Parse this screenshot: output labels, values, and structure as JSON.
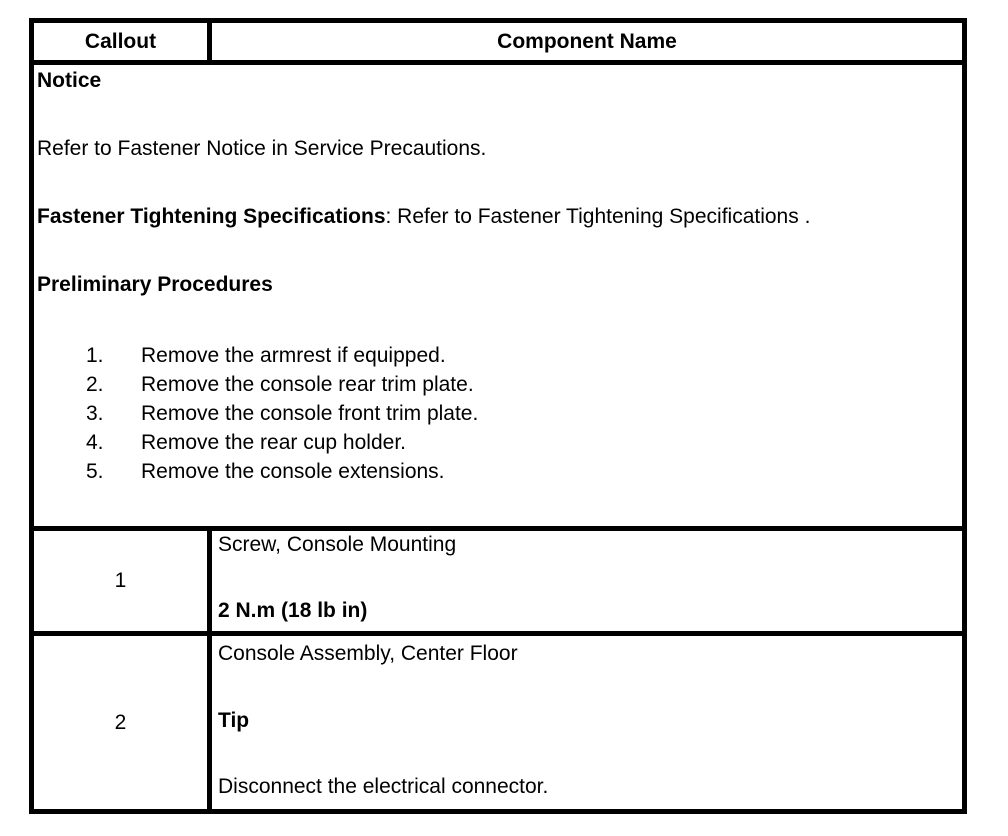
{
  "table": {
    "header": {
      "callout": "Callout",
      "component": "Component Name"
    },
    "notice": {
      "title": "Notice",
      "refer": "Refer to Fastener Notice in Service Precautions.",
      "fastener_label": "Fastener Tightening Specifications",
      "fastener_rest": ": Refer to Fastener Tightening Specifications .",
      "prelim_heading": "Preliminary Procedures",
      "steps": [
        {
          "num": "1.",
          "text": "Remove the armrest if equipped."
        },
        {
          "num": "2.",
          "text": "Remove the console rear trim plate."
        },
        {
          "num": "3.",
          "text": "Remove the console front trim plate."
        },
        {
          "num": "4.",
          "text": "Remove the rear cup holder."
        },
        {
          "num": "5.",
          "text": "Remove the console extensions."
        }
      ]
    },
    "rows": [
      {
        "callout": "1",
        "name": "Screw, Console Mounting",
        "spec": "2 N.m (18 lb in)"
      },
      {
        "callout": "2",
        "name": "Console Assembly, Center Floor",
        "tip_label": "Tip",
        "tip_text": "Disconnect the electrical connector."
      }
    ]
  },
  "colors": {
    "border": "#000000",
    "text": "#000000",
    "background": "#ffffff"
  }
}
